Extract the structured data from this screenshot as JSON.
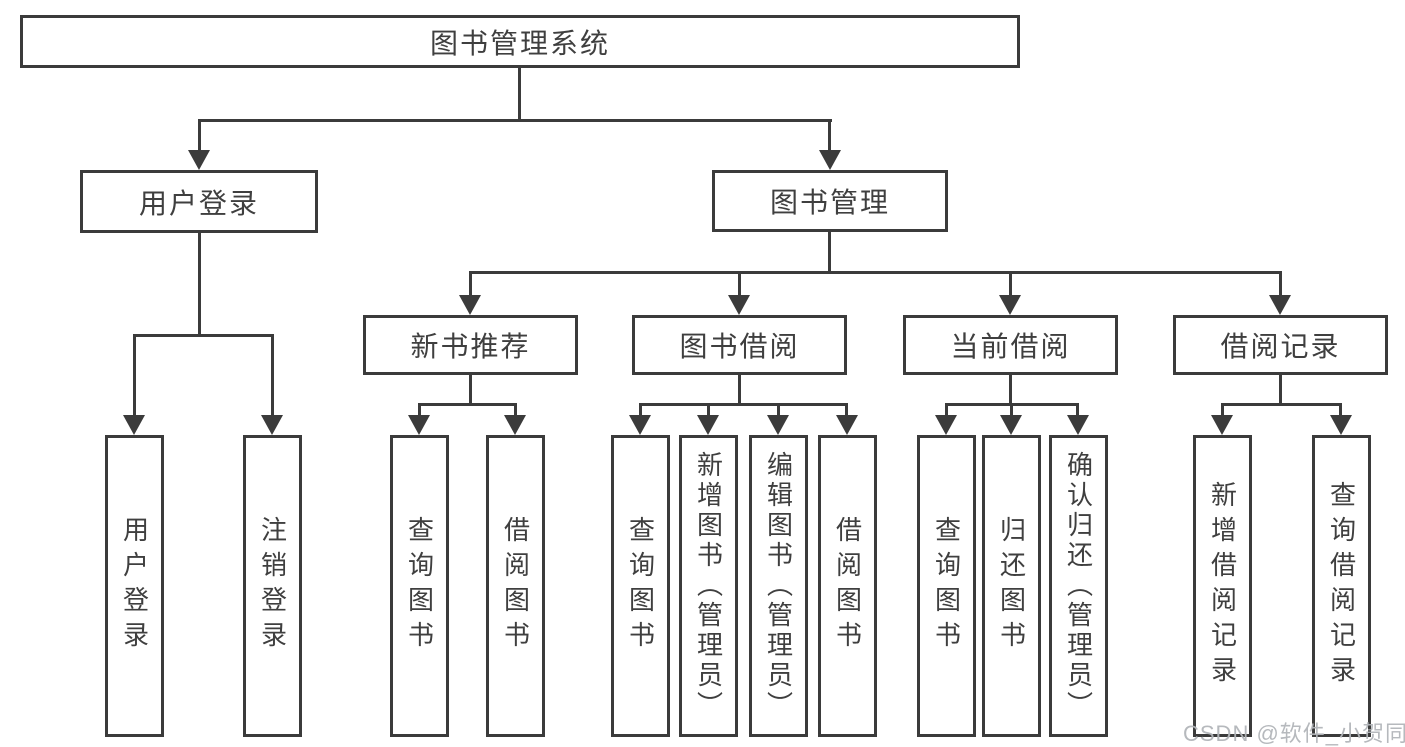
{
  "page": {
    "watermark": "CSDN @软件_小贺同学"
  },
  "colors": {
    "line": "#3b3b3b",
    "text": "#3f3f3f",
    "background": "#ffffff",
    "watermark": "#b2b5b9"
  },
  "diagram_type": "function-structure-tree",
  "nodes": {
    "root": {
      "label": "图书管理系统"
    },
    "level2": [
      {
        "label": "用户登录",
        "parent": "图书管理系统"
      },
      {
        "label": "图书管理",
        "parent": "图书管理系统"
      }
    ],
    "level3": [
      {
        "label": "新书推荐",
        "parent": "图书管理"
      },
      {
        "label": "图书借阅",
        "parent": "图书管理"
      },
      {
        "label": "当前借阅",
        "parent": "图书管理"
      },
      {
        "label": "借阅记录",
        "parent": "图书管理"
      }
    ],
    "leaves": [
      {
        "label": "用户登录",
        "parent": "用户登录"
      },
      {
        "label": "注销登录",
        "parent": "用户登录"
      },
      {
        "label": "查询图书",
        "parent": "新书推荐"
      },
      {
        "label": "借阅图书",
        "parent": "新书推荐"
      },
      {
        "label": "查询图书",
        "parent": "图书借阅"
      },
      {
        "label": "新增图书（管理员）",
        "parent": "图书借阅"
      },
      {
        "label": "编辑图书（管理员）",
        "parent": "图书借阅"
      },
      {
        "label": "借阅图书",
        "parent": "图书借阅"
      },
      {
        "label": "查询图书",
        "parent": "当前借阅"
      },
      {
        "label": "归还图书",
        "parent": "当前借阅"
      },
      {
        "label": "确认归还（管理员）",
        "parent": "当前借阅"
      },
      {
        "label": "新增借阅记录",
        "parent": "借阅记录"
      },
      {
        "label": "查询借阅记录",
        "parent": "借阅记录"
      }
    ]
  }
}
